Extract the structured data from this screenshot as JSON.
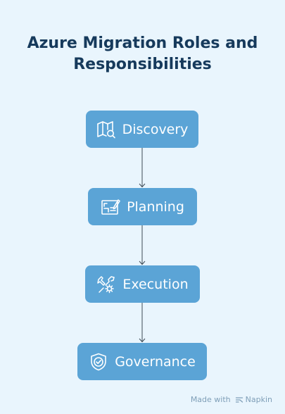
{
  "title": "Azure Migration Roles and Responsibilities",
  "steps": [
    {
      "label": "Discovery",
      "icon": "map-search-icon"
    },
    {
      "label": "Planning",
      "icon": "blueprint-pencil-icon"
    },
    {
      "label": "Execution",
      "icon": "tools-gear-icon"
    },
    {
      "label": "Governance",
      "icon": "shield-check-icon"
    }
  ],
  "footer": {
    "made_with": "Made with",
    "brand": "Napkin"
  },
  "colors": {
    "background": "#e9f5fd",
    "node": "#5ba4d6",
    "title": "#163a5c",
    "connector": "#3d4a55"
  }
}
